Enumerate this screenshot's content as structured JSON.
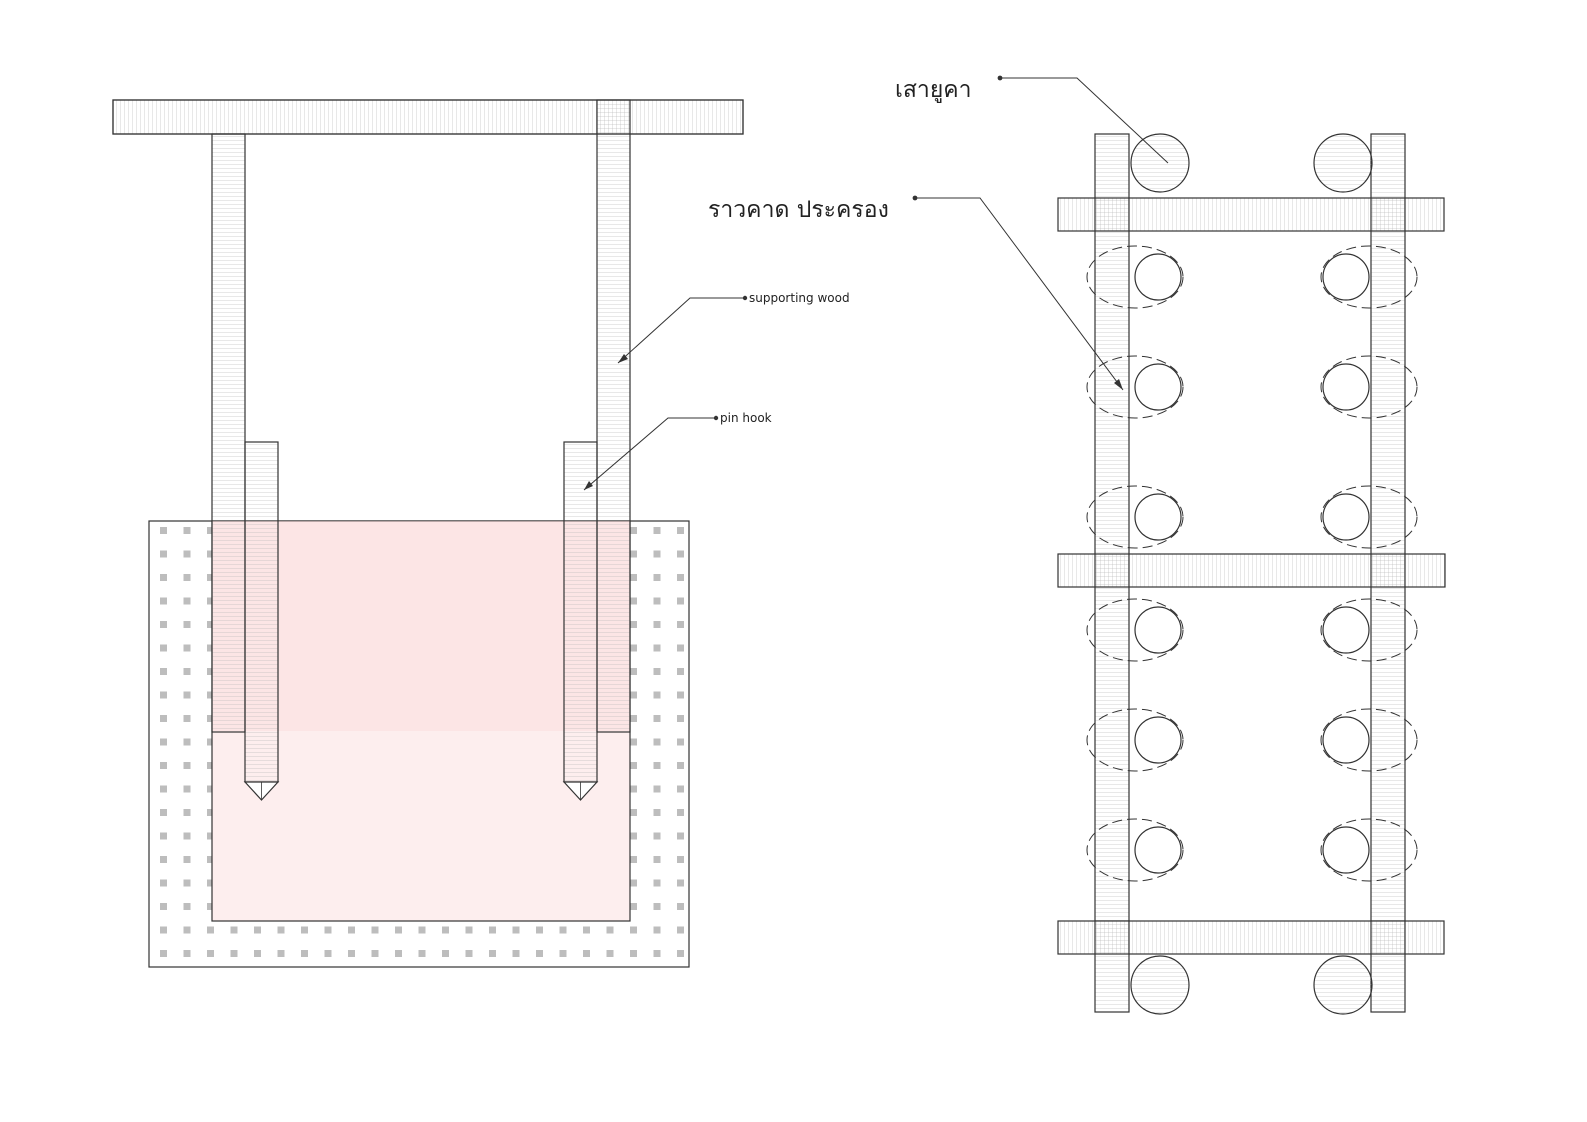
{
  "section_view": {
    "labels": {
      "supporting_wood": "supporting wood",
      "pin_hook": "pin hook"
    }
  },
  "plan_view": {
    "labels": {
      "rattan_pole": "เสายูคา",
      "cross_rail": "ราวคาด ประครอง"
    }
  },
  "colors": {
    "line": "#333333",
    "hatch": "#b8b8b8",
    "soil_fill": "#fdeeee",
    "soil_dots": "#bdbdbd",
    "background": "#ffffff"
  }
}
